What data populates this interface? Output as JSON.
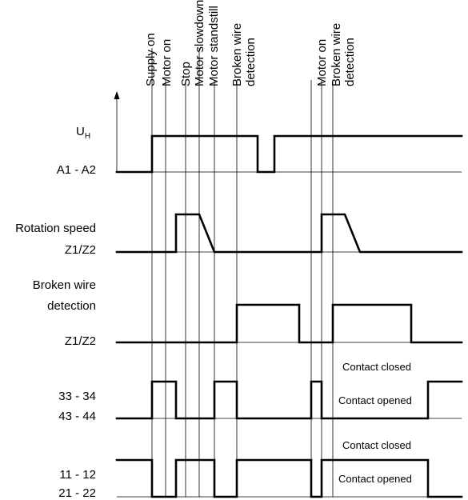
{
  "events": {
    "supply_on": "Supply on",
    "motor_on": "Motor on",
    "stop": "Stop",
    "motor_slowdown": "Motor slowdown",
    "motor_standstill": "Motor standstill",
    "broken_wire": "Broken wire",
    "detection": "detection",
    "motor_on_2": "Motor on",
    "broken_wire_2": "Broken wire",
    "detection_2": "detection"
  },
  "signals": {
    "uh_main": "U",
    "uh_sub": "H",
    "a1_a2": "A1 - A2",
    "rotation_speed": "Rotation speed",
    "z1z2_rot": "Z1/Z2",
    "broken_wire_line1": "Broken wire",
    "broken_wire_line2": "detection",
    "z1z2_bw": "Z1/Z2",
    "relay1_line1": "33 - 34",
    "relay1_line2": "43 - 44",
    "relay2_line1": "11 - 12",
    "relay2_line2": "21 - 22"
  },
  "notes": {
    "relay1_closed": "Contact closed",
    "relay1_opened": "Contact opened",
    "relay2_closed": "Contact closed",
    "relay2_opened": "Contact opened"
  }
}
